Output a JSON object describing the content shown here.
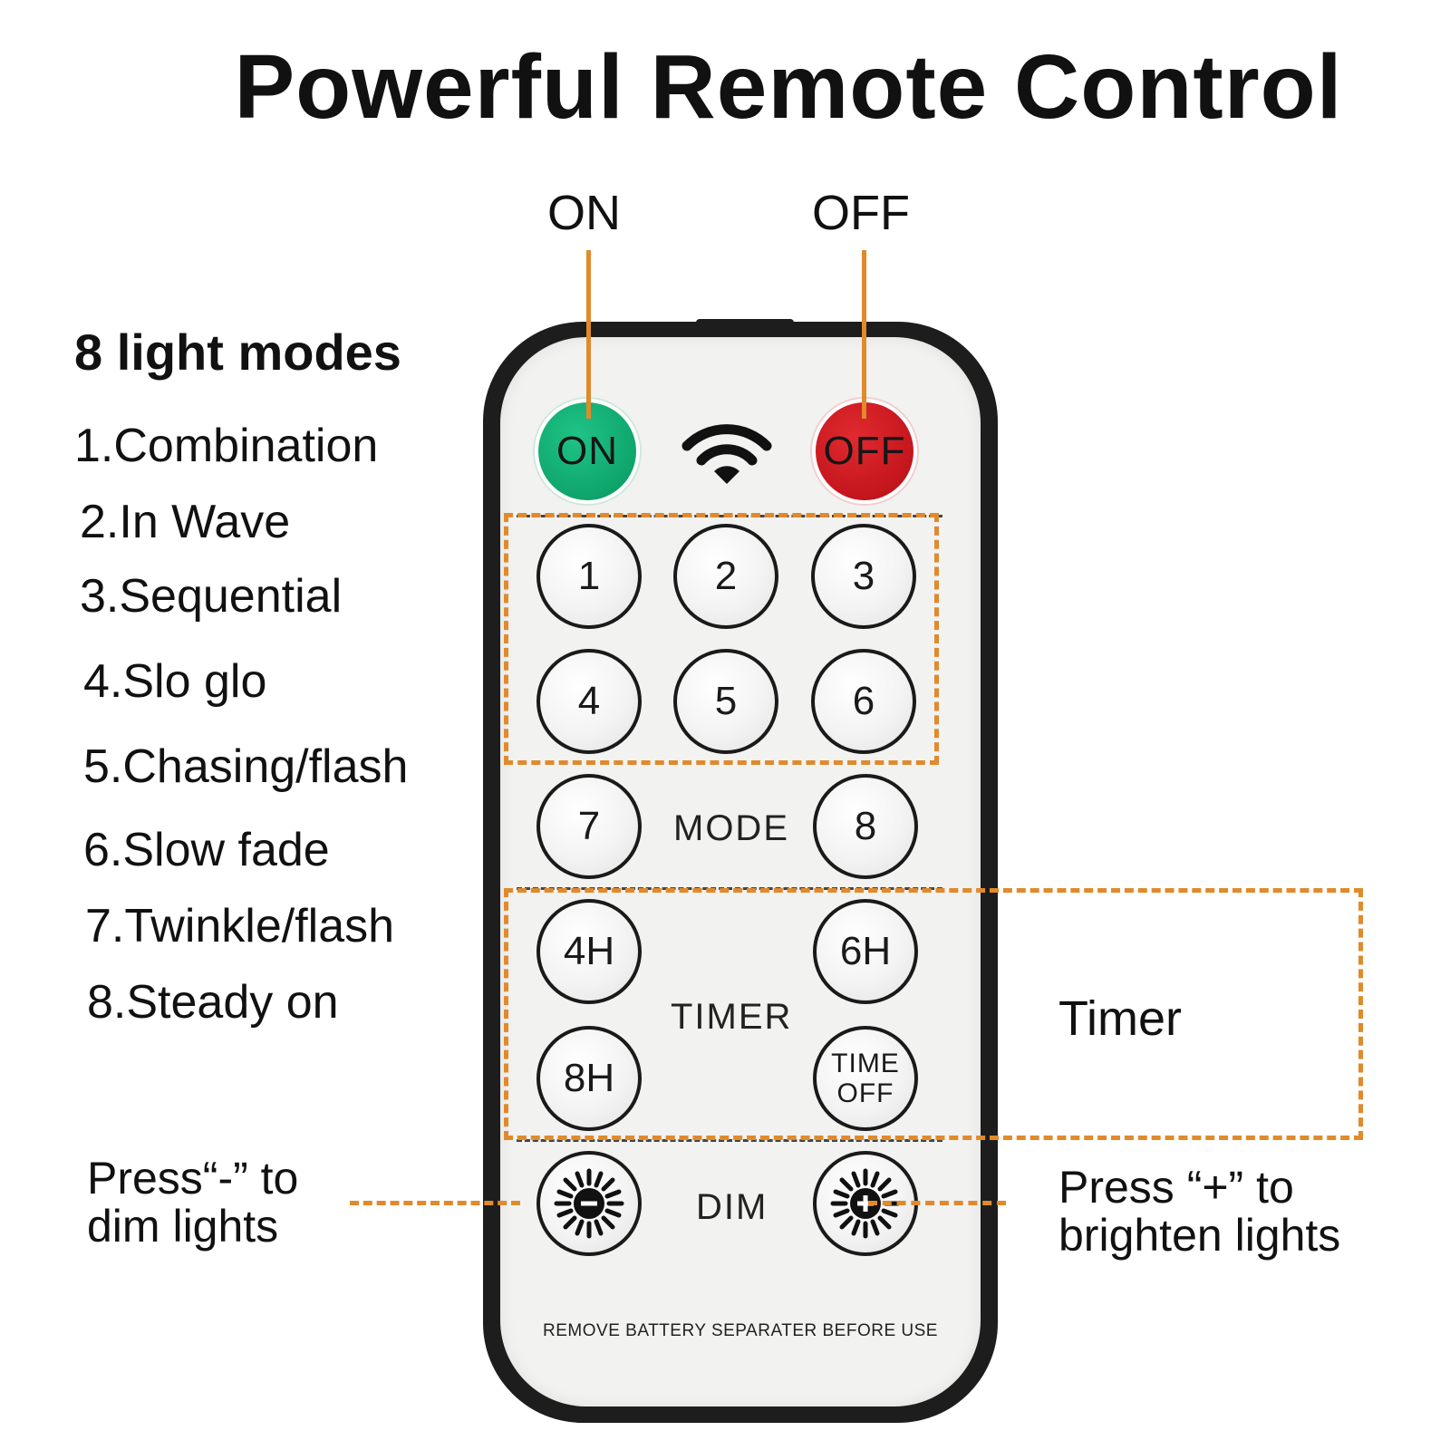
{
  "title": "Powerful Remote Control",
  "callouts": {
    "on": "ON",
    "off": "OFF"
  },
  "modes": {
    "heading": "8 light modes",
    "items": [
      "1.Combination",
      "2.In Wave",
      "3.Sequential",
      "4.Slo glo",
      "5.Chasing/flash",
      "6.Slow fade",
      "7.Twinkle/flash",
      "8.Steady on"
    ]
  },
  "annotations": {
    "timer": "Timer",
    "dim_line1": "Press“-” to",
    "dim_line2": "dim lights",
    "brighten_line1": "Press “+” to",
    "brighten_line2": "brighten lights"
  },
  "remote": {
    "on_button": "ON",
    "off_button": "OFF",
    "mode_buttons": [
      "1",
      "2",
      "3",
      "4",
      "5",
      "6",
      "7",
      "8"
    ],
    "mode_label": "MODE",
    "timer_label": "TIMER",
    "timer_buttons": {
      "h4": "4H",
      "h6": "6H",
      "h8": "8H",
      "off_line1": "TIME",
      "off_line2": "OFF"
    },
    "dim_label": "DIM",
    "footer": "REMOVE BATTERY SEPARATER BEFORE USE",
    "icons": [
      "wifi-icon",
      "brightness-minus-icon",
      "brightness-plus-icon"
    ]
  },
  "colors": {
    "accent": "#e08a2c",
    "on_green": "#0fa56c",
    "off_red": "#c4161d",
    "remote_body": "#1d1d1d",
    "remote_face": "#f2f2f1"
  }
}
